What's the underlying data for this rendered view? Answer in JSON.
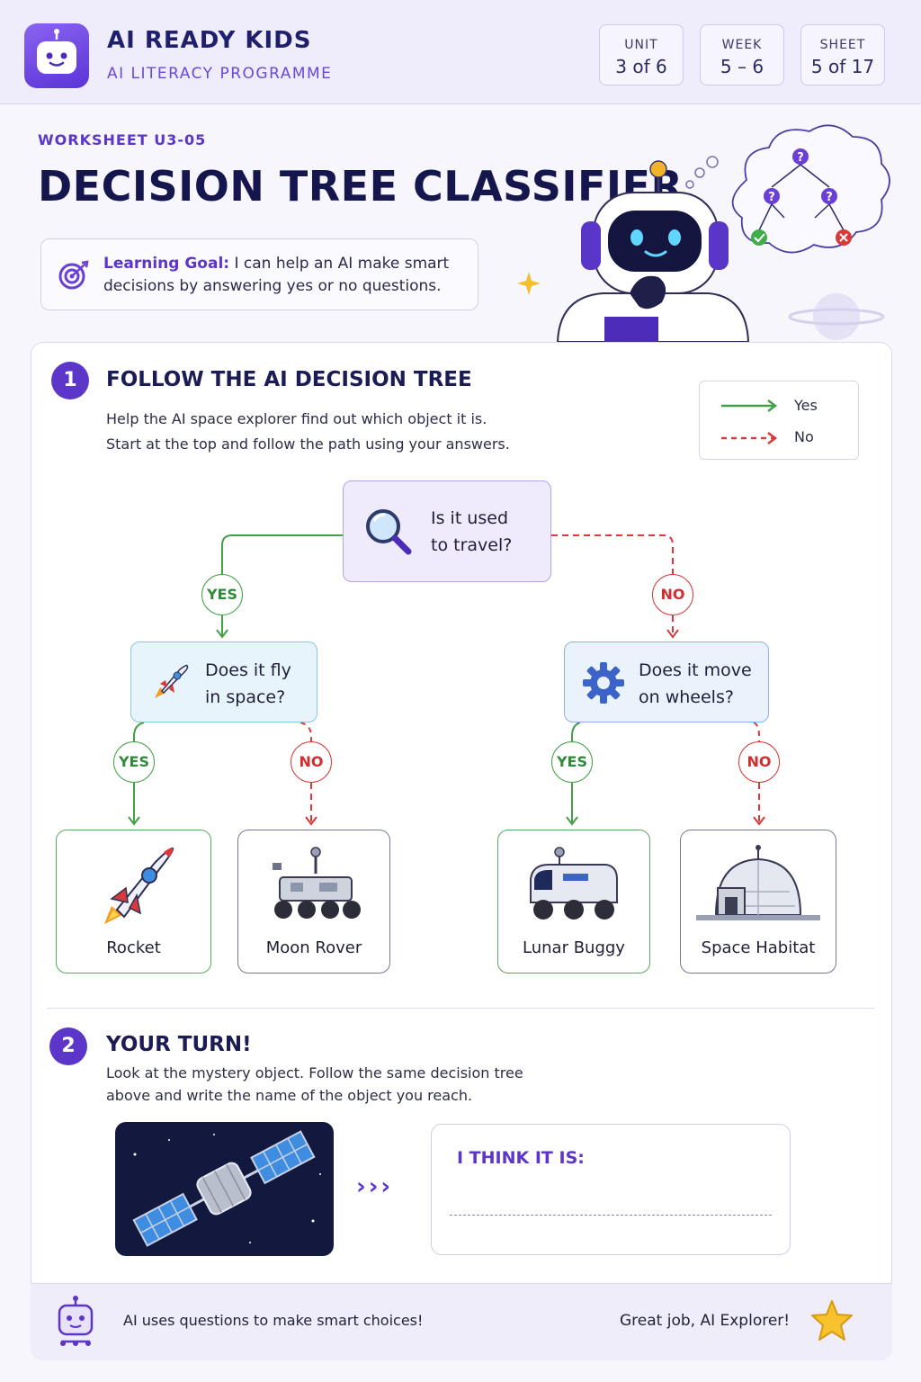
{
  "header": {
    "brand_title": "AI READY KIDS",
    "brand_subtitle": "AI LITERACY PROGRAMME",
    "meta": [
      {
        "label": "UNIT",
        "value": "3 of 6"
      },
      {
        "label": "WEEK",
        "value": "5 – 6"
      },
      {
        "label": "SHEET",
        "value": "5 of 17"
      }
    ]
  },
  "worksheet": {
    "code": "WORKSHEET U3-05",
    "title": "DECISION TREE CLASSIFIER",
    "goal_label": "Learning Goal:",
    "goal_text_1": " I can help an AI make smart",
    "goal_text_2": "decisions by answering yes or no questions."
  },
  "section1": {
    "number": "1",
    "title": "FOLLOW THE AI DECISION TREE",
    "desc_1": "Help the AI space explorer find out which object it is.",
    "desc_2": "Start at the top and follow the path using your answers.",
    "legend": {
      "yes": "Yes",
      "no": "No"
    }
  },
  "tree": {
    "root": {
      "line1": "Is it used",
      "line2": "to travel?"
    },
    "left": {
      "line1": "Does it  fly",
      "line2": "in space?"
    },
    "right": {
      "line1": "Does it move",
      "line2": "on wheels?"
    },
    "yes_label": "YES",
    "no_label": "NO",
    "leaves": [
      "Rocket",
      "Moon Rover",
      "Lunar Buggy",
      "Space Habitat"
    ]
  },
  "section2": {
    "number": "2",
    "title": "YOUR TURN!",
    "desc_1": "Look at the mystery object. Follow the same decision tree",
    "desc_2": "above and write the name of the object you reach.",
    "answer_label": "I THINK IT IS:",
    "arrows": "›››"
  },
  "footer": {
    "left": "AI uses questions to make smart choices!",
    "right": "Great job, AI Explorer!"
  },
  "colors": {
    "brand": "#5b36c9",
    "yes": "#43a047",
    "no": "#d83a3a",
    "navy": "#16164f"
  }
}
